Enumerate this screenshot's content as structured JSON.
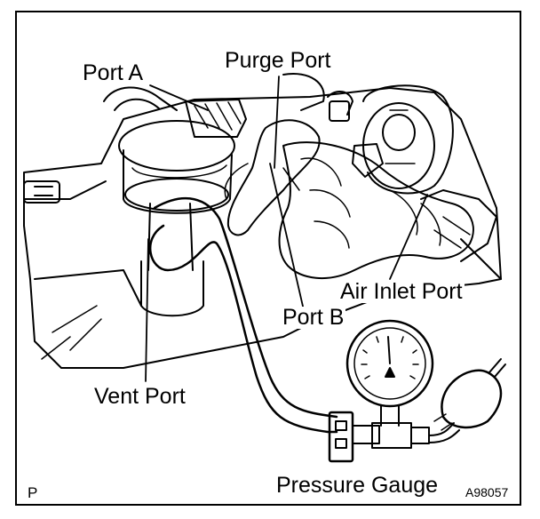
{
  "figure": {
    "labels": {
      "port_a": "Port A",
      "purge_port": "Purge Port",
      "air_inlet_port": "Air Inlet Port",
      "port_b": "Port B",
      "vent_port": "Vent Port",
      "pressure_gauge": "Pressure Gauge"
    },
    "corner_mark": "P",
    "figure_id": "A98057"
  }
}
